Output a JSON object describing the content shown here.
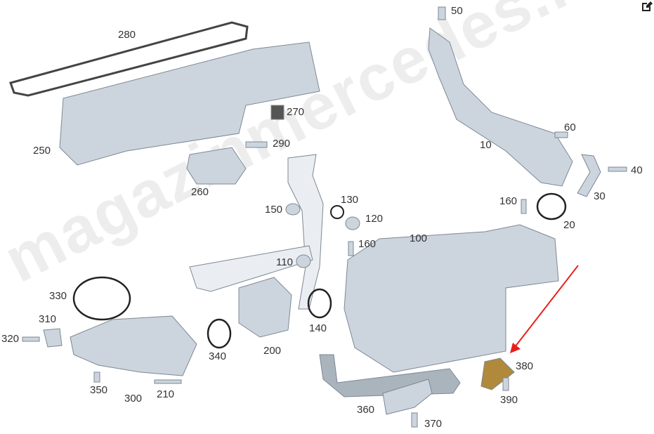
{
  "watermark": "magazinmercedes.ru",
  "toolbar": {
    "edit_icon": "edit-icon"
  },
  "colors": {
    "part": "#c9d3dd",
    "part_dark": "#8f9aa5",
    "arrow": "#e8201c",
    "label": "#333333"
  },
  "labels": [
    {
      "id": "l50",
      "text": "50"
    },
    {
      "id": "l280",
      "text": "280"
    },
    {
      "id": "l270",
      "text": "270"
    },
    {
      "id": "l250",
      "text": "250"
    },
    {
      "id": "l290",
      "text": "290"
    },
    {
      "id": "l260",
      "text": "260"
    },
    {
      "id": "l60",
      "text": "60"
    },
    {
      "id": "l10",
      "text": "10"
    },
    {
      "id": "l40",
      "text": "40"
    },
    {
      "id": "l30",
      "text": "30"
    },
    {
      "id": "l160a",
      "text": "160"
    },
    {
      "id": "l20",
      "text": "20"
    },
    {
      "id": "l150",
      "text": "150"
    },
    {
      "id": "l130",
      "text": "130"
    },
    {
      "id": "l120",
      "text": "120"
    },
    {
      "id": "l160b",
      "text": "160"
    },
    {
      "id": "l100",
      "text": "100"
    },
    {
      "id": "l110",
      "text": "110"
    },
    {
      "id": "l330",
      "text": "330"
    },
    {
      "id": "l140",
      "text": "140"
    },
    {
      "id": "l310",
      "text": "310"
    },
    {
      "id": "l200",
      "text": "200"
    },
    {
      "id": "l320",
      "text": "320"
    },
    {
      "id": "l340",
      "text": "340"
    },
    {
      "id": "l380",
      "text": "380"
    },
    {
      "id": "l350",
      "text": "350"
    },
    {
      "id": "l300",
      "text": "300"
    },
    {
      "id": "l210",
      "text": "210"
    },
    {
      "id": "l390",
      "text": "390"
    },
    {
      "id": "l360",
      "text": "360"
    },
    {
      "id": "l370",
      "text": "370"
    }
  ]
}
